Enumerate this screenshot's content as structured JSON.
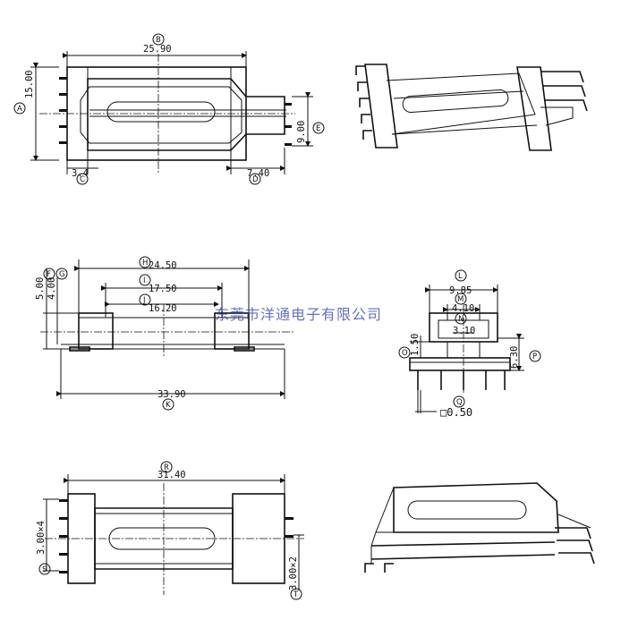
{
  "watermark": "东莞市洋通电子有限公司",
  "callouts": {
    "A": "A",
    "B": "B",
    "C": "C",
    "D": "D",
    "E": "E",
    "F": "F",
    "G": "G",
    "H": "H",
    "I": "I",
    "J": "J",
    "K": "K",
    "L": "L",
    "M": "M",
    "N": "N",
    "O": "O",
    "P": "P",
    "Q": "Q",
    "R": "R",
    "S": "S",
    "T": "T"
  },
  "dimensions": {
    "A": "15.00",
    "B": "25.90",
    "C": "3.4",
    "D": "7.40",
    "E": "9.00",
    "F": "5.00",
    "G": "4.00",
    "H": "24.50",
    "I": "17.50",
    "J": "16.20",
    "K": "33.90",
    "L": "9.85",
    "M": "4.10",
    "N": "3.10",
    "O": "1.50",
    "P": "6.30",
    "Q": "□0.50",
    "R": "31.40",
    "S": "3.00×4",
    "T": "3.00×2"
  }
}
